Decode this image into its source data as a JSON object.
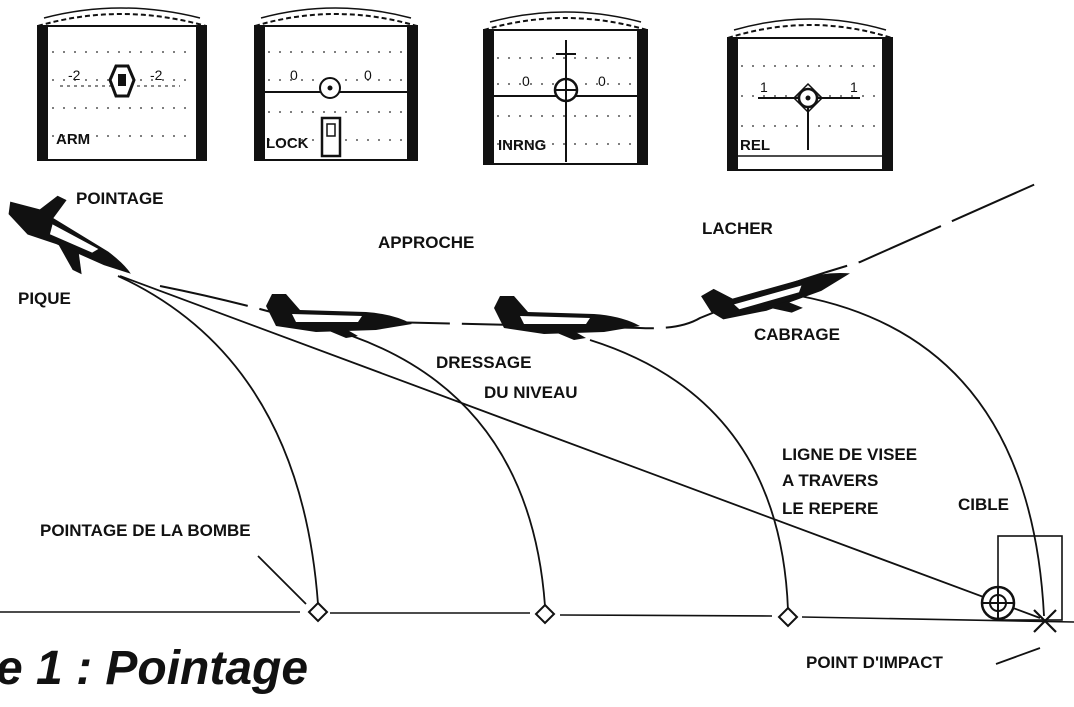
{
  "hud_panels": [
    {
      "mode": "ARM",
      "left_mark": "-2",
      "right_mark": "-2"
    },
    {
      "mode": "LOCK",
      "left_mark": "0",
      "right_mark": "0"
    },
    {
      "mode": "INRNG",
      "left_mark": "0",
      "right_mark": "0"
    },
    {
      "mode": "REL",
      "left_mark": "1",
      "right_mark": "1"
    }
  ],
  "phases": {
    "pointage": "POINTAGE",
    "approche": "APPROCHE",
    "lacher": "LACHER",
    "pique": "PIQUE",
    "dressage_line1": "DRESSAGE",
    "dressage_line2": "DU NIVEAU",
    "cabrage": "CABRAGE"
  },
  "annotations": {
    "ligne_line1": "LIGNE DE VISEE",
    "ligne_line2": "A TRAVERS",
    "ligne_line3": "LE REPERE",
    "cible": "CIBLE",
    "pointage_bombe": "POINTAGE DE LA BOMBE",
    "point_impact": "POINT D'IMPACT"
  },
  "caption": "e 1 : Pointage"
}
